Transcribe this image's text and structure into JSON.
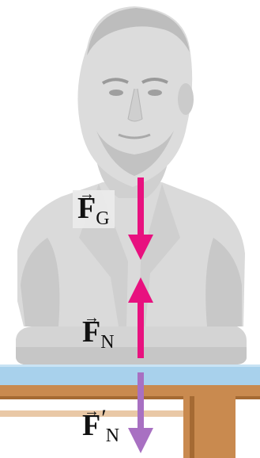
{
  "colors": {
    "bust_fill": "#d9d9d9",
    "bust_shadow": "#c4c4c4",
    "plate": "#a8d1ec",
    "table": "#c98a4f",
    "table_dark": "#a56a33",
    "arrow_gravity": "#e8117f",
    "arrow_normal": "#e8117f",
    "arrow_reaction": "#a870c2"
  },
  "labels": {
    "fg": {
      "main": "F",
      "sub": "G",
      "arrow": "→"
    },
    "fn": {
      "main": "F",
      "sub": "N",
      "arrow": "→"
    },
    "fn_prime": {
      "main": "F",
      "prime": "′",
      "sub": "N",
      "arrow": "→"
    }
  },
  "icons": {
    "bust": "bust-of-lincoln-icon",
    "table": "table-icon"
  }
}
